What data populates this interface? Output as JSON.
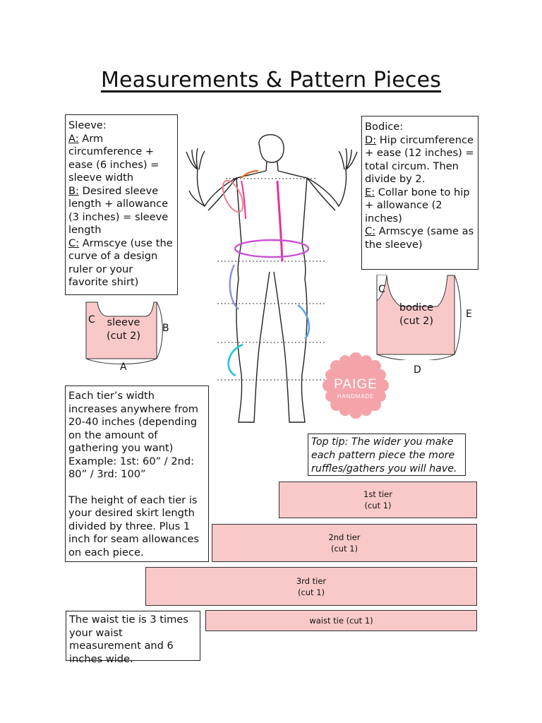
{
  "page": {
    "title": "Measurements & Pattern Pieces"
  },
  "sleeve_box": {
    "heading": "Sleeve:",
    "a_label": "A:",
    "a_text": " Arm circumference + ease (6 inches) = sleeve width",
    "b_label": "B:",
    "b_text": " Desired sleeve length + allowance (3 inches) = sleeve length",
    "c_label": "C:",
    "c_text": " Armscye (use the curve of a design ruler or your favorite shirt)"
  },
  "bodice_box": {
    "heading": "Bodice:",
    "d_label": "D:",
    "d_text": " Hip circumference + ease (12 inches) = total circum. Then divide by 2.",
    "e_label": "E:",
    "e_text": " Collar bone to hip + allowance (2 inches)",
    "c_label": "C:",
    "c_text": " Armscye (same as the sleeve)"
  },
  "sleeve_piece": {
    "line1": "sleeve",
    "line2": "(cut 2)",
    "label_a": "A",
    "label_b": "B",
    "label_c": "C"
  },
  "bodice_piece": {
    "line1": "bodice",
    "line2": "(cut 2)",
    "label_c": "C",
    "label_d": "D",
    "label_e": "E"
  },
  "logo": {
    "name": "PAIGE",
    "sub": "HANDMADE",
    "color": "#f4a3a8"
  },
  "tier_box": {
    "para1": "Each tier’s width increases anywhere from 20-40 inches (depending on the amount of gathering you want) Example: 1st: 60” / 2nd: 80” / 3rd: 100”",
    "para2": "The height of each tier is your desired skirt length divided by three. Plus 1 inch for seam allowances on each piece."
  },
  "tip": {
    "text": "Top tip: The wider you make each pattern piece the more ruffles/gathers you will have."
  },
  "tiers": [
    {
      "name": "1st tier",
      "cut": "(cut 1)"
    },
    {
      "name": "2nd tier",
      "cut": "(cut 1)"
    },
    {
      "name": "3rd tier",
      "cut": "(cut 1)"
    }
  ],
  "waist_tie": {
    "label": "waist tie (cut 1)"
  },
  "waist_box": {
    "text": "The waist tie is 3 times your waist measurement and 6 inches wide."
  },
  "colors": {
    "piece_fill": "#f9c9c9",
    "logo": "#f4a3a8",
    "magenta": "#e8309b",
    "purple": "#c94fd2",
    "blue": "#3fa0e8",
    "orange": "#e36a2a"
  }
}
